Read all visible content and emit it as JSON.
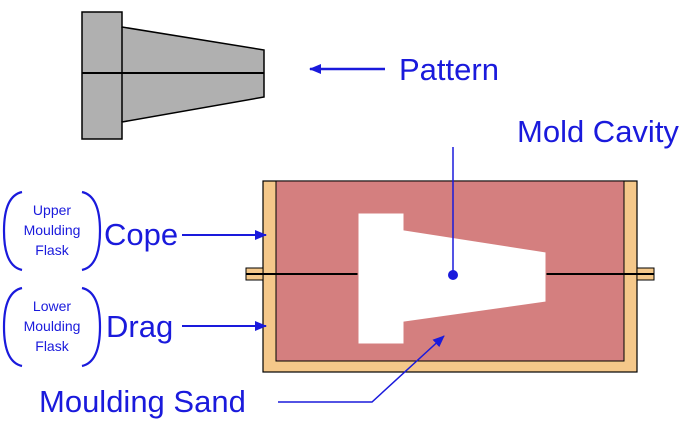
{
  "labels": {
    "pattern": "Pattern",
    "mold_cavity": "Mold Cavity",
    "cope": "Cope",
    "drag": "Drag",
    "moulding_sand": "Moulding Sand"
  },
  "flask_notes": {
    "upper": [
      "Upper",
      "Moulding",
      "Flask"
    ],
    "lower": [
      "Lower",
      "Moulding",
      "Flask"
    ]
  },
  "colors": {
    "label_blue": "#1a1adc",
    "sand": "#d47f7f",
    "flask": "#f5c88a",
    "pattern": "#b0b0b0",
    "outline": "#000000"
  }
}
